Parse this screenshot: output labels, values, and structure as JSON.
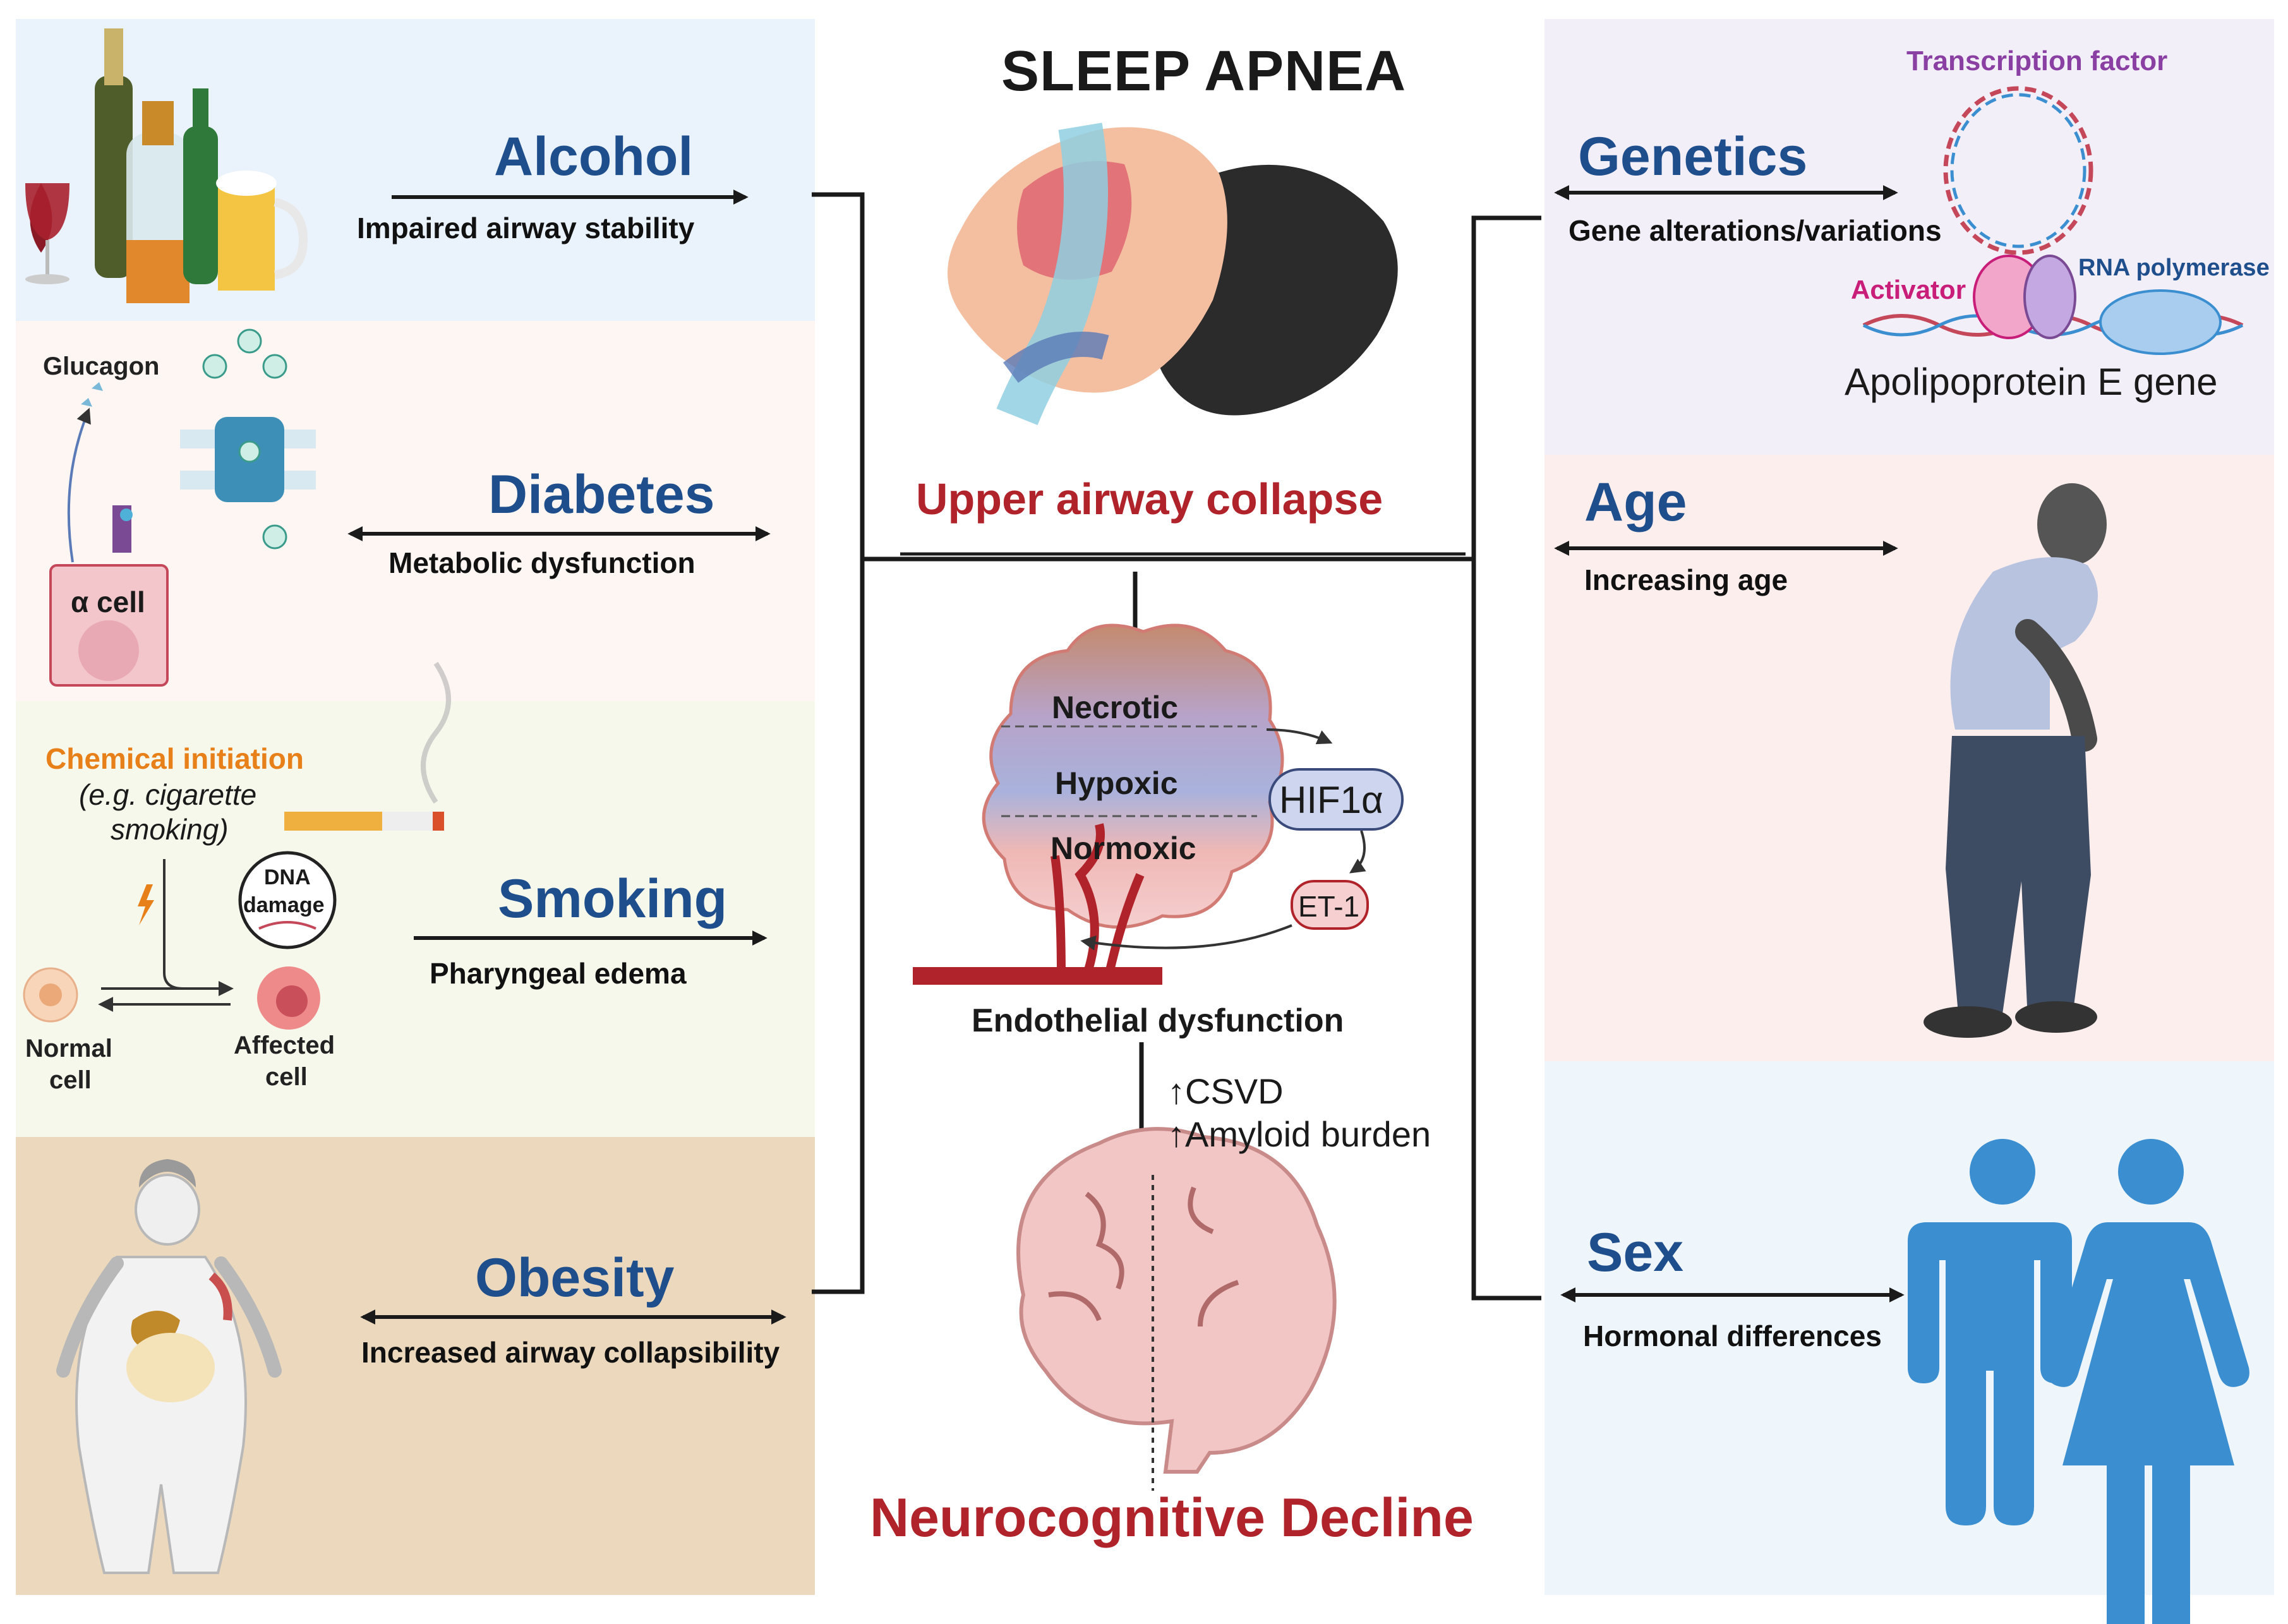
{
  "center": {
    "title": "SLEEP APNEA",
    "collapse": "Upper airway collapse",
    "tumor_layers": [
      "Necrotic",
      "Hypoxic",
      "Normoxic"
    ],
    "hif": "HIF1α",
    "et1": "ET-1",
    "endothelial": "Endothelial dysfunction",
    "csvd": "↑CSVD",
    "amyloid": "↑Amyloid burden",
    "outcome": "Neurocognitive Decline"
  },
  "left": {
    "alcohol": {
      "title": "Alcohol",
      "subtitle": "Impaired airway stability"
    },
    "diabetes": {
      "title": "Diabetes",
      "subtitle": "Metabolic dysfunction",
      "glucagon": "Glucagon",
      "alpha_cell": "α cell"
    },
    "smoking": {
      "title": "Smoking",
      "subtitle": "Pharyngeal edema",
      "chemical": "Chemical initiation",
      "example_line1": "(e.g. cigarette",
      "example_line2": "smoking)",
      "dna_line1": "DNA",
      "dna_line2": "damage",
      "normal_line1": "Normal",
      "normal_line2": "cell",
      "affected_line1": "Affected",
      "affected_line2": "cell"
    },
    "obesity": {
      "title": "Obesity",
      "subtitle": "Increased airway collapsibility"
    }
  },
  "right": {
    "genetics": {
      "title": "Genetics",
      "subtitle": "Gene alterations/variations",
      "transcription": "Transcription factor",
      "activator": "Activator",
      "rna_pol": "RNA polymerase",
      "gene": "Apolipoprotein E gene"
    },
    "age": {
      "title": "Age",
      "subtitle": "Increasing age"
    },
    "sex": {
      "title": "Sex",
      "subtitle": "Hormonal differences"
    }
  },
  "colors": {
    "panel_alcohol": "#eaf2fb",
    "panel_diabetes": "#fdf6f2",
    "panel_smoking": "#f7f8ec",
    "panel_obesity": "#ecd9bd",
    "panel_genetics": "#f3eff9",
    "panel_age": "#fbeeed",
    "panel_sex": "#eef5fb",
    "title_blue": "#1f4e8c",
    "accent_red": "#b1232a",
    "orange": "#e8801a",
    "purple": "#8a3fa3",
    "magenta": "#c81d78",
    "icon_blue": "#3b8fd0"
  },
  "icons": [
    "bottles-icon",
    "receptor-icon",
    "alpha-cell-icon",
    "cigarette-icon",
    "dna-damage-icon",
    "normal-cell-icon",
    "affected-cell-icon",
    "obese-body-icon",
    "head-airway-icon",
    "tumor-icon",
    "brain-icon",
    "dna-loop-icon",
    "elderly-man-icon",
    "man-icon",
    "woman-icon"
  ]
}
